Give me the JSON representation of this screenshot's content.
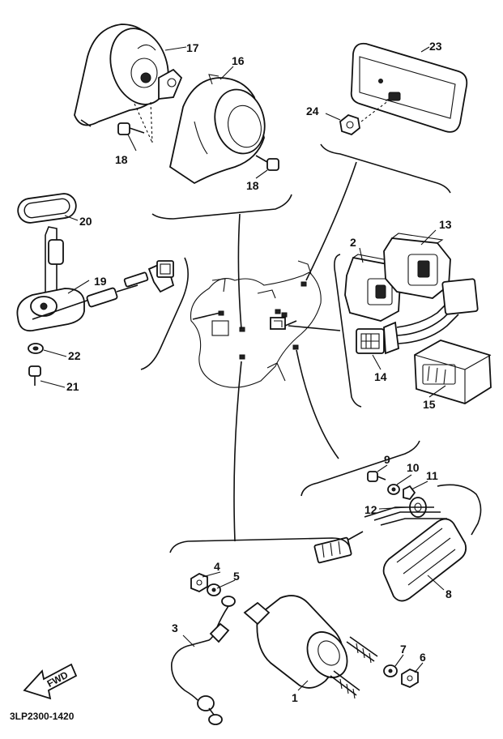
{
  "diagram": {
    "diagram_code": "3LP2300-1420",
    "fwd_label": "FWD",
    "callouts": {
      "c1": "1",
      "c2": "2",
      "c3": "3",
      "c4": "4",
      "c5": "5",
      "c6": "6",
      "c7": "7",
      "c8": "8",
      "c9": "9",
      "c10": "10",
      "c11": "11",
      "c12": "12",
      "c13": "13",
      "c14": "14",
      "c15": "15",
      "c16": "16",
      "c17": "17",
      "c18a": "18",
      "c18b": "18",
      "c19": "19",
      "c20": "20",
      "c21": "21",
      "c22": "22",
      "c23": "23",
      "c24": "24"
    }
  }
}
